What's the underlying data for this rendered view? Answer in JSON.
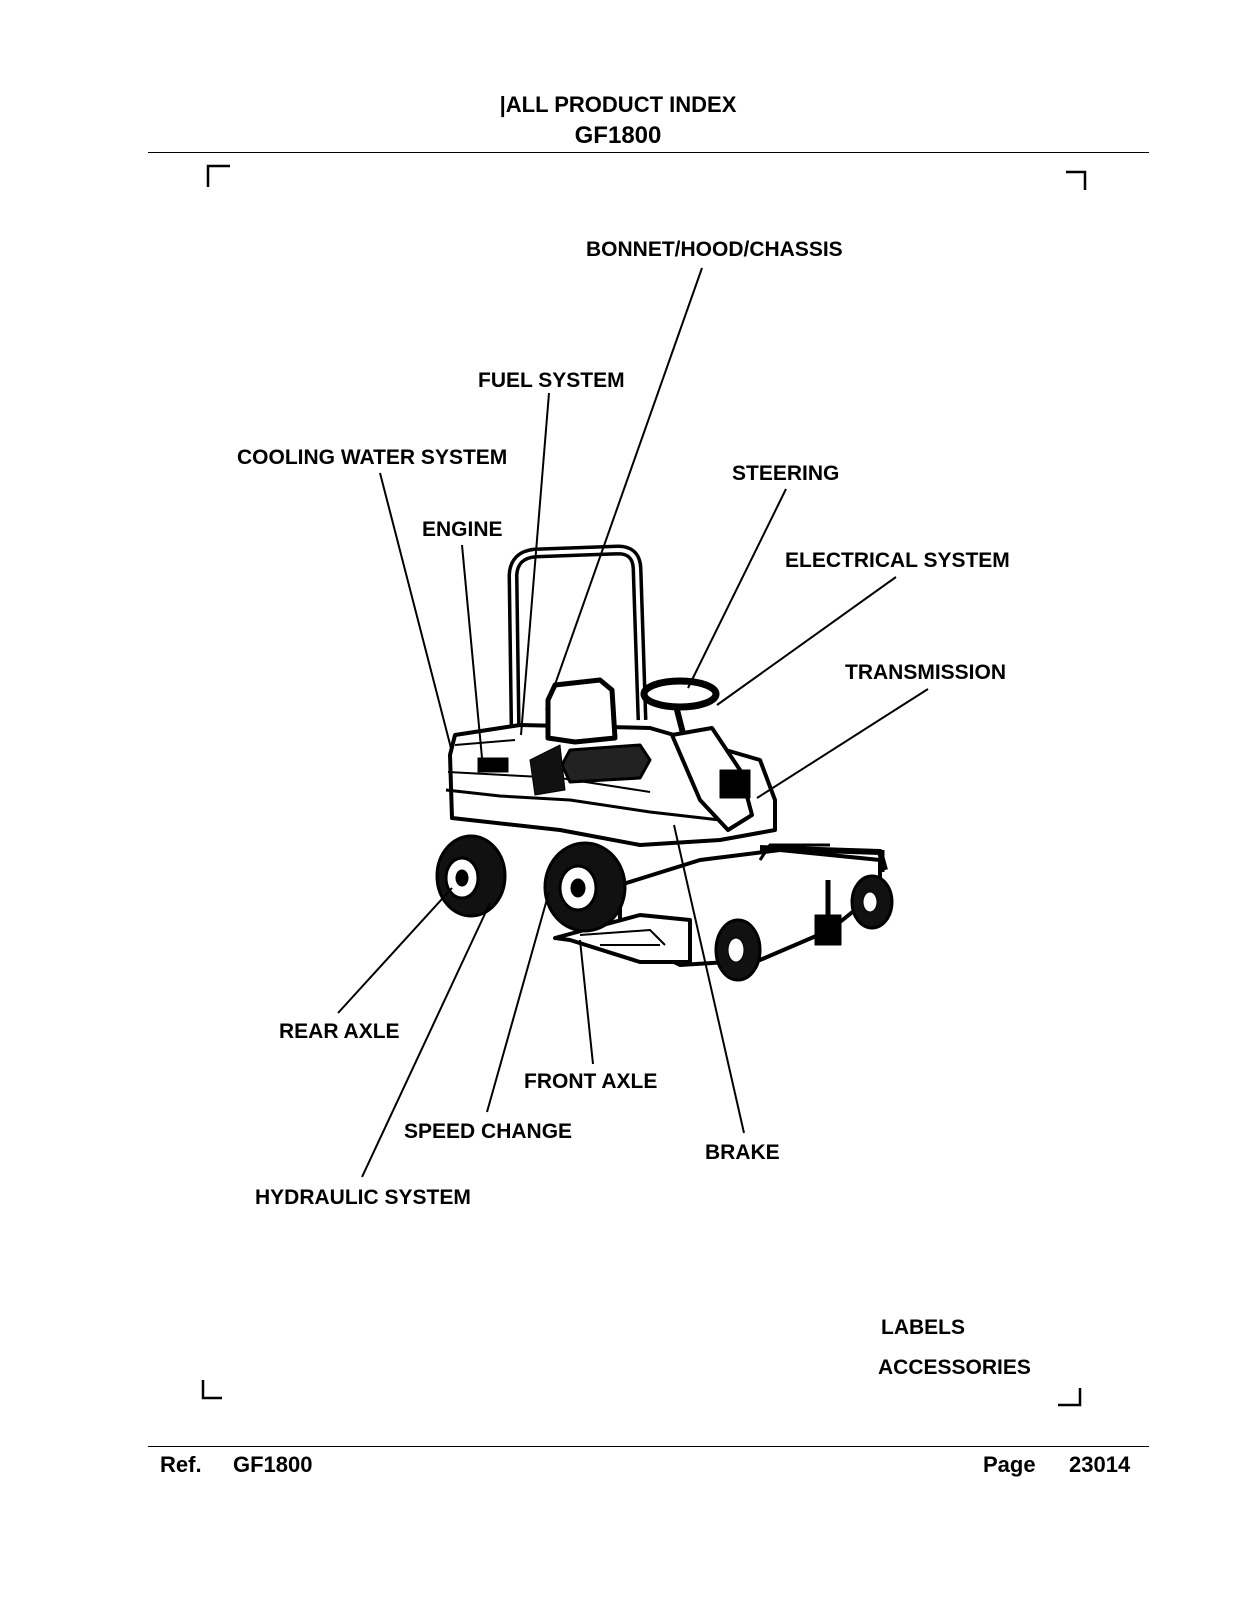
{
  "header": {
    "index_title": "|ALL PRODUCT INDEX",
    "model": "GF1800"
  },
  "labels": {
    "bonnet": "BONNET/HOOD/CHASSIS",
    "fuel": "FUEL SYSTEM",
    "cooling": "COOLING WATER SYSTEM",
    "steering": "STEERING",
    "engine": "ENGINE",
    "electrical": "ELECTRICAL SYSTEM",
    "transmission": "TRANSMISSION",
    "rear_axle": "REAR AXLE",
    "front_axle": "FRONT AXLE",
    "speed_change": "SPEED CHANGE",
    "brake": "BRAKE",
    "hydraulic": "HYDRAULIC SYSTEM",
    "labels": "LABELS",
    "accessories": "ACCESSORIES"
  },
  "footer": {
    "ref_label": "Ref.",
    "ref_value": "GF1800",
    "page_label": "Page",
    "page_value": "23014"
  },
  "icons": {
    "illustration": "riding-mower-illustration"
  }
}
